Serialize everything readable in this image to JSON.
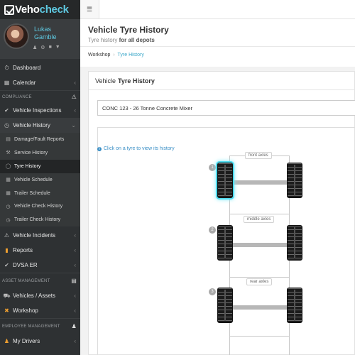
{
  "brand": {
    "part1": "Veho",
    "part2": "check"
  },
  "user": {
    "first_name": "Lukas",
    "last_name": "Gamble",
    "icons": [
      "user-icon",
      "gear-icon",
      "lock-icon",
      "filter-icon"
    ]
  },
  "nav": {
    "dashboard": "Dashboard",
    "calendar": "Calendar",
    "compliance_section": "COMPLIANCE",
    "vehicle_inspections": "Vehicle Inspections",
    "vehicle_history": "Vehicle History",
    "sub_items": [
      "Damage/Fault Reports",
      "Service History",
      "Tyre History",
      "Vehicle Schedule",
      "Trailer Schedule",
      "Vehicle Check History",
      "Trailer Check History"
    ],
    "vehicle_incidents": "Vehicle Incidents",
    "reports": "Reports",
    "dvsa_er": "DVSA ER",
    "asset_section": "ASSET MANAGEMENT",
    "vehicles_assets": "Vehicles / Assets",
    "workshop": "Workshop",
    "employee_section": "EMPLOYEE MANAGEMENT",
    "my_drivers": "My Drivers"
  },
  "header": {
    "title": "Vehicle Tyre History",
    "subtitle_prefix": "Tyre history",
    "subtitle_bold": "for all depots",
    "breadcrumb": [
      "Workshop",
      "Tyre History"
    ]
  },
  "panel": {
    "title_prefix": "Vehicle",
    "title_bold": "Tyre History",
    "selected_vehicle": "CONC 123 - 26 Tonne Concrete Mixer",
    "hint": "Click on a tyre to view its history"
  },
  "axles": [
    {
      "number": "1",
      "label": "front axles"
    },
    {
      "number": "2",
      "label": "middle axles"
    },
    {
      "number": "3",
      "label": "rear axles"
    }
  ],
  "colors": {
    "accent": "#5ec8e0",
    "sidebar": "#2e3133",
    "link": "#3a8fc6",
    "selected_tyre_glow": "#4fdcf0"
  }
}
